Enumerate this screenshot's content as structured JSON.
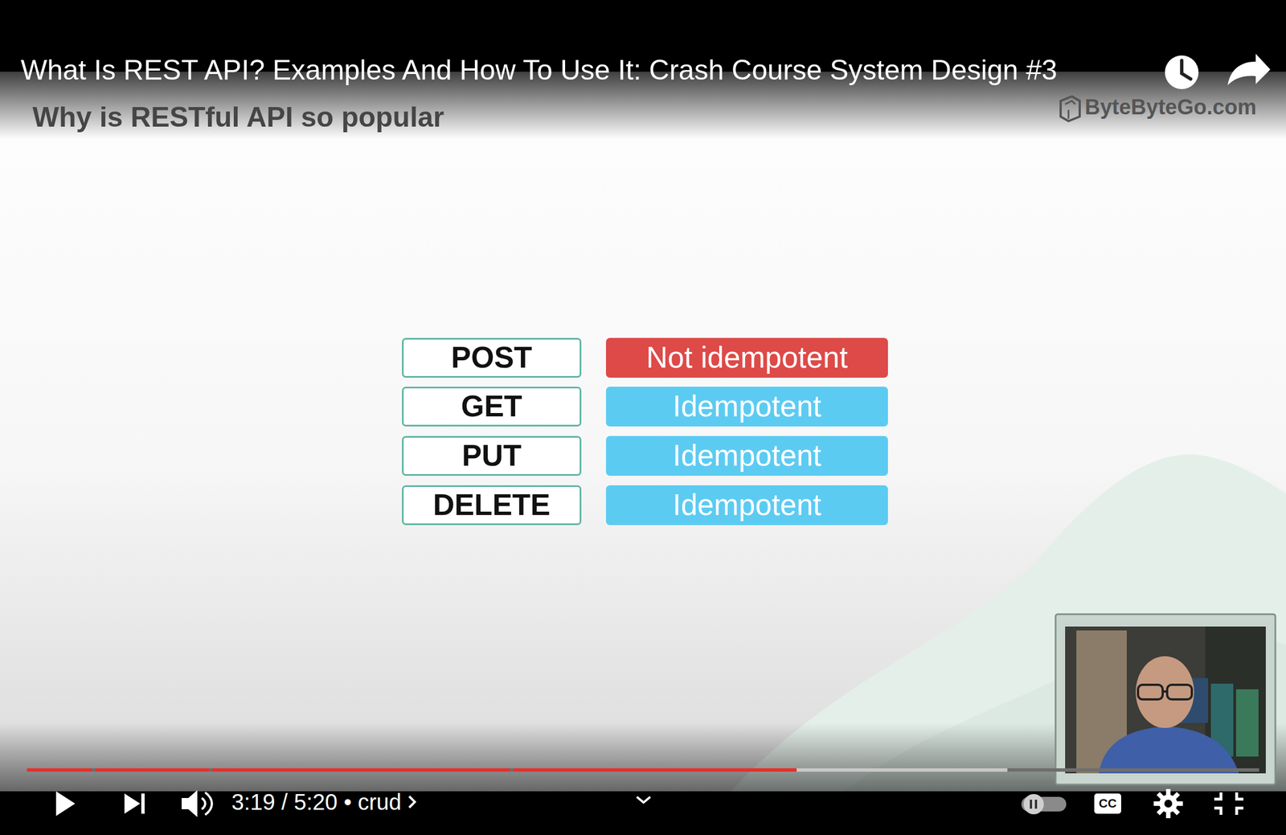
{
  "diagram": {
    "title": "Why is RESTful API so popular",
    "nodes": [
      {
        "text": [
          "POST"
        ]
      },
      {
        "text": [
          "Not idempotent"
        ]
      },
      {
        "text": [
          "GET"
        ]
      },
      {
        "text": [
          "Idempotent"
        ]
      },
      {
        "text": [
          "PUT"
        ]
      },
      {
        "text": [
          "Idempotent"
        ]
      },
      {
        "text": [
          "DELETE"
        ]
      },
      {
        "text": [
          "Idempotent"
        ]
      }
    ],
    "labels": [
      "What Is REST API? Examples And How To Use It: Crash Course System Design #3",
      "ByteByteGo.com",
      "3:19 / 5:20 • crud",
      "CC"
    ]
  }
}
